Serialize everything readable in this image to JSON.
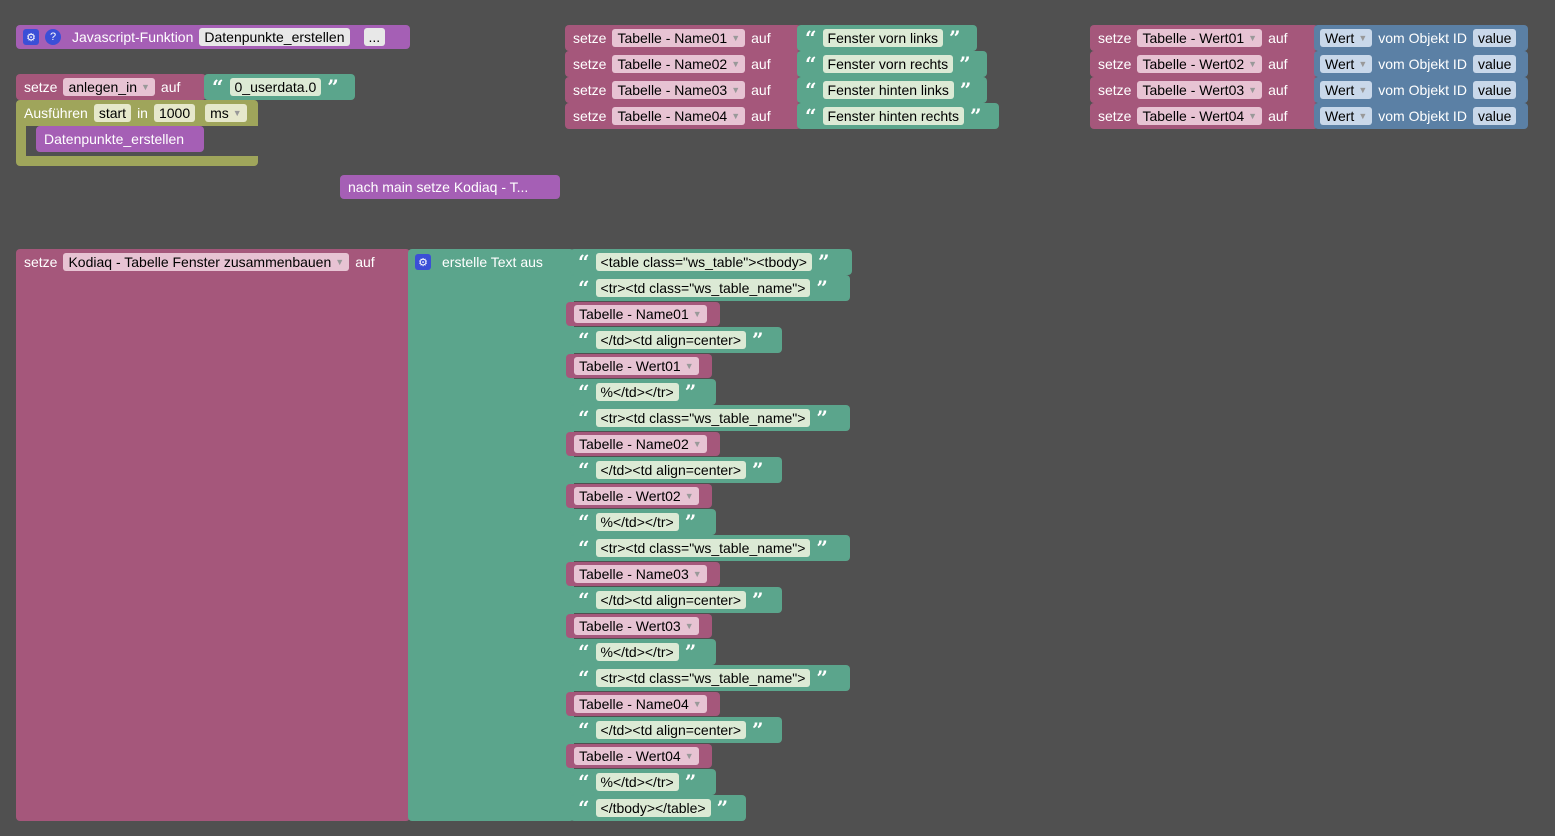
{
  "func_block": {
    "gear": "gear-icon",
    "help": "?",
    "label": "Javascript-Funktion",
    "name": "Datenpunkte_erstellen",
    "dots": "..."
  },
  "anlegen_block": {
    "setze": "setze",
    "var": "anlegen_in",
    "auf": "auf",
    "text": "0_userdata.0"
  },
  "timer_block": {
    "ausfuehren": "Ausführen",
    "start": "start",
    "in": "in",
    "value": "1000",
    "unit": "ms"
  },
  "call_block": {
    "name": "Datenpunkte_erstellen"
  },
  "collapsed_block": {
    "label": "nach main  setze Kodiaq - T..."
  },
  "name_blocks": [
    {
      "setze": "setze",
      "var": "Tabelle - Name01",
      "auf": "auf",
      "text": "Fenster vorn links"
    },
    {
      "setze": "setze",
      "var": "Tabelle - Name02",
      "auf": "auf",
      "text": "Fenster vorn rechts"
    },
    {
      "setze": "setze",
      "var": "Tabelle - Name03",
      "auf": "auf",
      "text": "Fenster hinten links"
    },
    {
      "setze": "setze",
      "var": "Tabelle - Name04",
      "auf": "auf",
      "text": "Fenster hinten rechts"
    }
  ],
  "wert_blocks": [
    {
      "setze": "setze",
      "var": "Tabelle - Wert01",
      "auf": "auf",
      "wert": "Wert",
      "objekt": "vom Objekt ID",
      "value": "value"
    },
    {
      "setze": "setze",
      "var": "Tabelle - Wert02",
      "auf": "auf",
      "wert": "Wert",
      "objekt": "vom Objekt ID",
      "value": "value"
    },
    {
      "setze": "setze",
      "var": "Tabelle - Wert03",
      "auf": "auf",
      "wert": "Wert",
      "objekt": "vom Objekt ID",
      "value": "value"
    },
    {
      "setze": "setze",
      "var": "Tabelle - Wert04",
      "auf": "auf",
      "wert": "Wert",
      "objekt": "vom Objekt ID",
      "value": "value"
    }
  ],
  "main_block": {
    "setze": "setze",
    "var": "Kodiaq - Tabelle Fenster zusammenbauen",
    "auf": "auf",
    "erstelle": "erstelle Text aus",
    "items": [
      {
        "kind": "text",
        "value": "<table class=\"ws_table\"><tbody>"
      },
      {
        "kind": "text",
        "value": "<tr><td class=\"ws_table_name\">"
      },
      {
        "kind": "var",
        "value": "Tabelle - Name01"
      },
      {
        "kind": "text",
        "value": "</td><td align=center>"
      },
      {
        "kind": "var",
        "value": "Tabelle - Wert01"
      },
      {
        "kind": "text",
        "value": " %</td></tr>"
      },
      {
        "kind": "text",
        "value": "<tr><td class=\"ws_table_name\">"
      },
      {
        "kind": "var",
        "value": "Tabelle - Name02"
      },
      {
        "kind": "text",
        "value": "</td><td align=center>"
      },
      {
        "kind": "var",
        "value": "Tabelle - Wert02"
      },
      {
        "kind": "text",
        "value": " %</td></tr>"
      },
      {
        "kind": "text",
        "value": "<tr><td class=\"ws_table_name\">"
      },
      {
        "kind": "var",
        "value": "Tabelle - Name03"
      },
      {
        "kind": "text",
        "value": "</td><td align=center>"
      },
      {
        "kind": "var",
        "value": "Tabelle - Wert03"
      },
      {
        "kind": "text",
        "value": " %</td></tr>"
      },
      {
        "kind": "text",
        "value": "<tr><td class=\"ws_table_name\">"
      },
      {
        "kind": "var",
        "value": "Tabelle - Name04"
      },
      {
        "kind": "text",
        "value": "</td><td align=center>"
      },
      {
        "kind": "var",
        "value": "Tabelle - Wert04"
      },
      {
        "kind": "text",
        "value": " %</td></tr>"
      },
      {
        "kind": "text",
        "value": "</tbody></table>"
      }
    ]
  },
  "colors": {
    "workspace": "#505050",
    "procedure": "#a55fb5",
    "variable": "#a5577b",
    "text": "#5ba58c",
    "io": "#5b80a5",
    "timer": "#9fa55b"
  }
}
